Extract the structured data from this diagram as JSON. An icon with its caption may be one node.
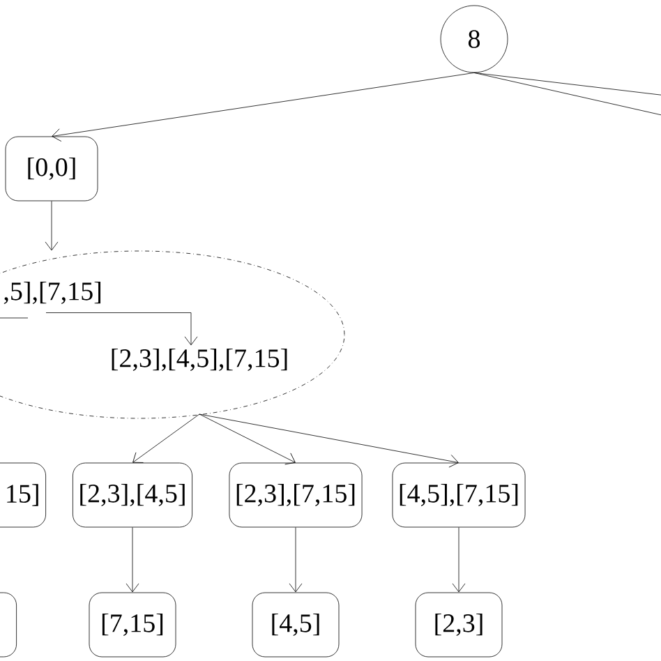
{
  "diagram": {
    "nodes": [
      {
        "text": [
          "8"
        ]
      },
      {
        "text": [
          "[0,0]"
        ]
      },
      {
        "text": [],
        "shape": "ellipse"
      },
      {
        "text": [
          ",5],[7,15]"
        ],
        "in": 2
      },
      {
        "text": [
          "[2,3],[4,5],[7,15]"
        ],
        "in": 2
      },
      {
        "text": [
          "15]"
        ]
      },
      {
        "text": [
          "[2,3],[4,5]"
        ]
      },
      {
        "text": [
          "[2,3],[7,15]"
        ]
      },
      {
        "text": [
          "[4,5],[7,15]"
        ]
      },
      {
        "text": [],
        "shape": "box"
      },
      {
        "text": [
          "[7,15]"
        ]
      },
      {
        "text": [
          "[4,5]"
        ]
      },
      {
        "text": [
          "[2,3]"
        ]
      }
    ],
    "edges": [
      {
        "from": 0,
        "to": 1,
        "arrow": "to"
      },
      {
        "from": 0,
        "to": null,
        "arrow": "none"
      },
      {
        "from": 0,
        "to": null,
        "arrow": "none"
      },
      {
        "from": 1,
        "to": 2,
        "arrow": "to"
      },
      {
        "from": 3,
        "to": 4,
        "arrow": "to"
      },
      {
        "from": 2,
        "to": 6,
        "arrow": "to"
      },
      {
        "from": 2,
        "to": 7,
        "arrow": "to"
      },
      {
        "from": 2,
        "to": 8,
        "arrow": "to"
      },
      {
        "from": 6,
        "to": 10,
        "arrow": "to"
      },
      {
        "from": 7,
        "to": 11,
        "arrow": "to"
      },
      {
        "from": 8,
        "to": 12,
        "arrow": "to"
      }
    ]
  }
}
